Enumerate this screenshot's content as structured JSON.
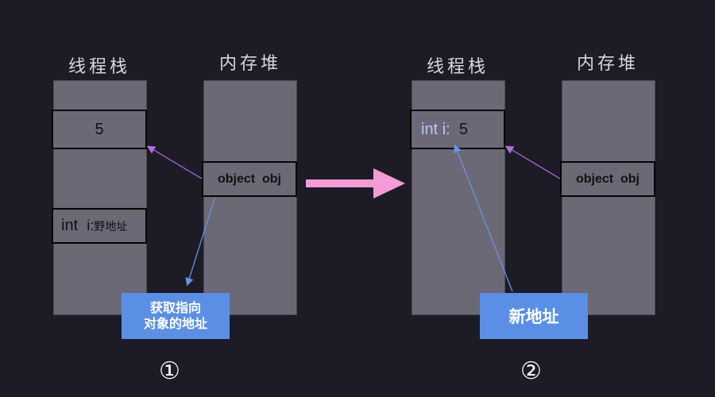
{
  "panel1": {
    "stack_title": "线程栈",
    "heap_title": "内存堆",
    "stack_value": "5",
    "int_var": "int",
    "int_name": "i:",
    "int_note": "野地址",
    "heap_object": "object  obj",
    "label_line1": "获取指向",
    "label_line2": "对象的地址",
    "number": "①"
  },
  "panel2": {
    "stack_title": "线程栈",
    "heap_title": "内存堆",
    "int_var": "int",
    "int_name": "i:",
    "int_value": "5",
    "heap_object": "object  obj",
    "label": "新地址",
    "number": "②"
  },
  "colors": {
    "background": "#1c1b26",
    "column": "#6b6976",
    "label_box": "#5b8fe6",
    "arrow_pink": "#f59bd6",
    "pointer_purple": "#b06ee0",
    "pointer_blue": "#6e8fe6"
  }
}
